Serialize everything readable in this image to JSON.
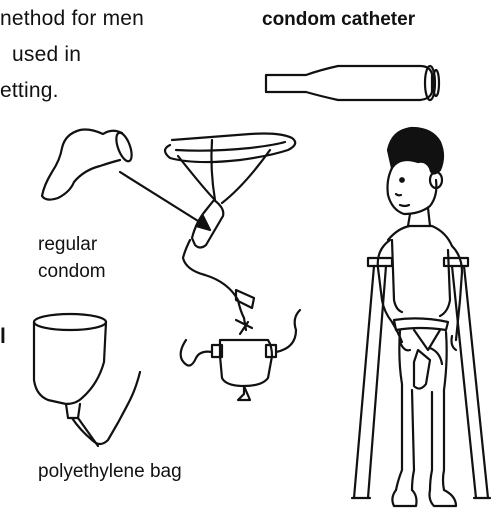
{
  "intro_text": {
    "line1": "nethod for men",
    "line2": "used in",
    "line3": "etting."
  },
  "labels": {
    "condom_catheter": "condom catheter",
    "regular_condom_line1": "regular",
    "regular_condom_line2": "condom",
    "polyethylene_bag": "polyethylene bag",
    "edge_fragment": "l"
  }
}
